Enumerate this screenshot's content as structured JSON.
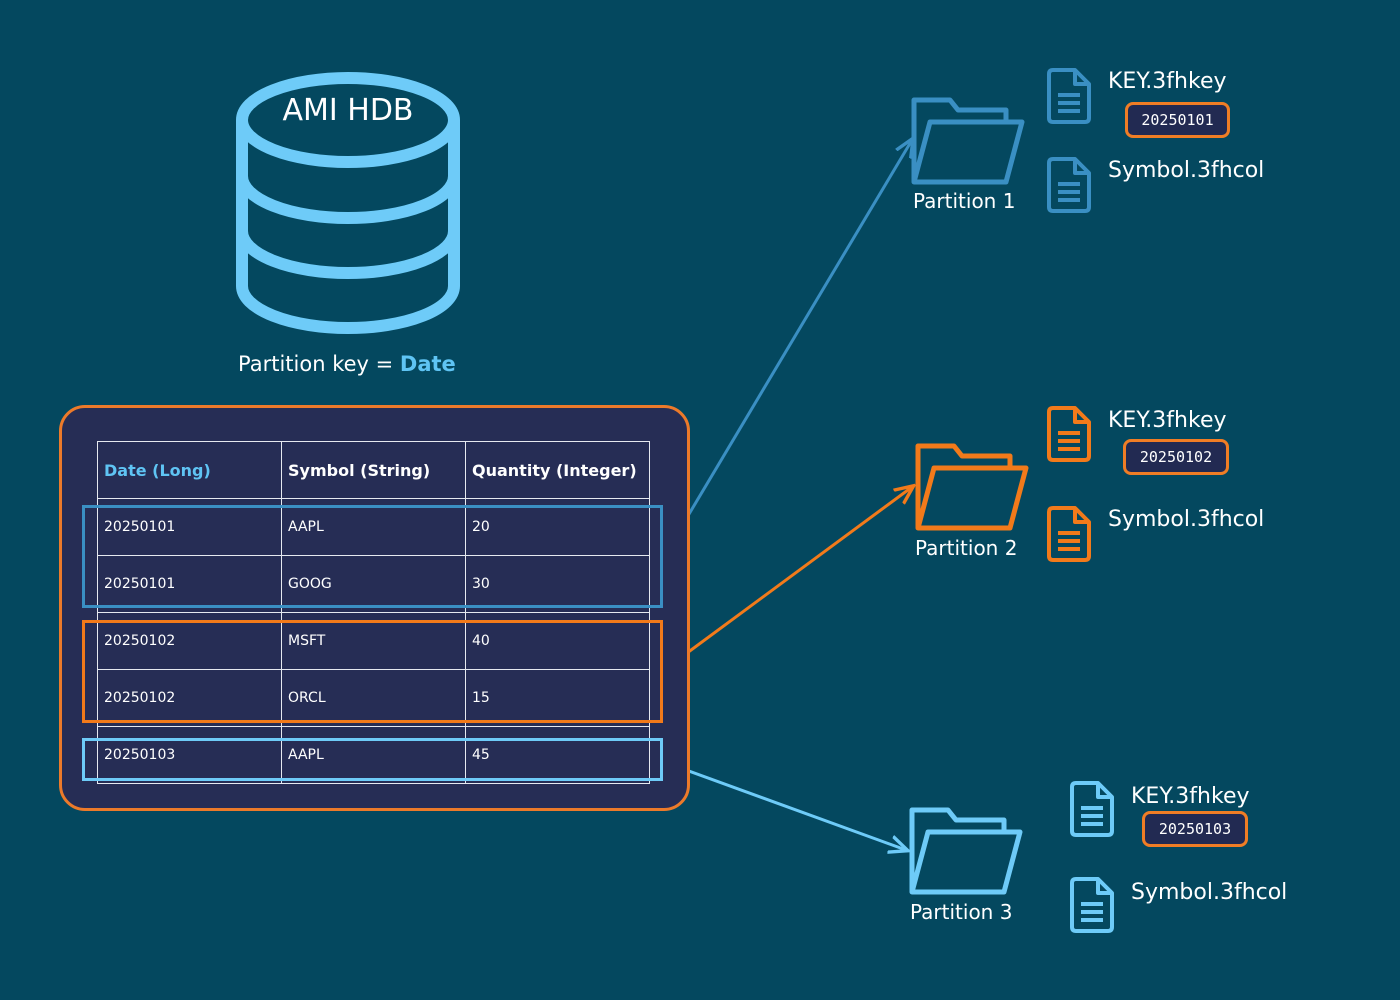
{
  "database": {
    "name": "AMI HDB"
  },
  "partition_key": {
    "prefix": "Partition key = ",
    "value": "Date"
  },
  "table": {
    "columns": [
      "Date (Long)",
      "Symbol (String)",
      "Quantity (Integer)"
    ],
    "rows": [
      [
        "20250101",
        "AAPL",
        "20"
      ],
      [
        "20250101",
        "GOOG",
        "30"
      ],
      [
        "20250102",
        "MSFT",
        "40"
      ],
      [
        "20250102",
        "ORCL",
        "15"
      ],
      [
        "20250103",
        "AAPL",
        "45"
      ]
    ]
  },
  "partitions": [
    {
      "label": "Partition 1",
      "key_file": "KEY.3fhkey",
      "key_value": "20250101",
      "col_file": "Symbol.3fhcol",
      "color": "#3a8fc3"
    },
    {
      "label": "Partition 2",
      "key_file": "KEY.3fhkey",
      "key_value": "20250102",
      "col_file": "Symbol.3fhcol",
      "color": "#f27a1a"
    },
    {
      "label": "Partition 3",
      "key_file": "KEY.3fhkey",
      "key_value": "20250103",
      "col_file": "Symbol.3fhcol",
      "color": "#6ecbf8"
    }
  ],
  "colors": {
    "background": "#04485f",
    "database_icon": "#6ecbf8",
    "table_border": "#ec7a2a",
    "table_fill": "#262d55",
    "badge_border": "#f07d25"
  }
}
